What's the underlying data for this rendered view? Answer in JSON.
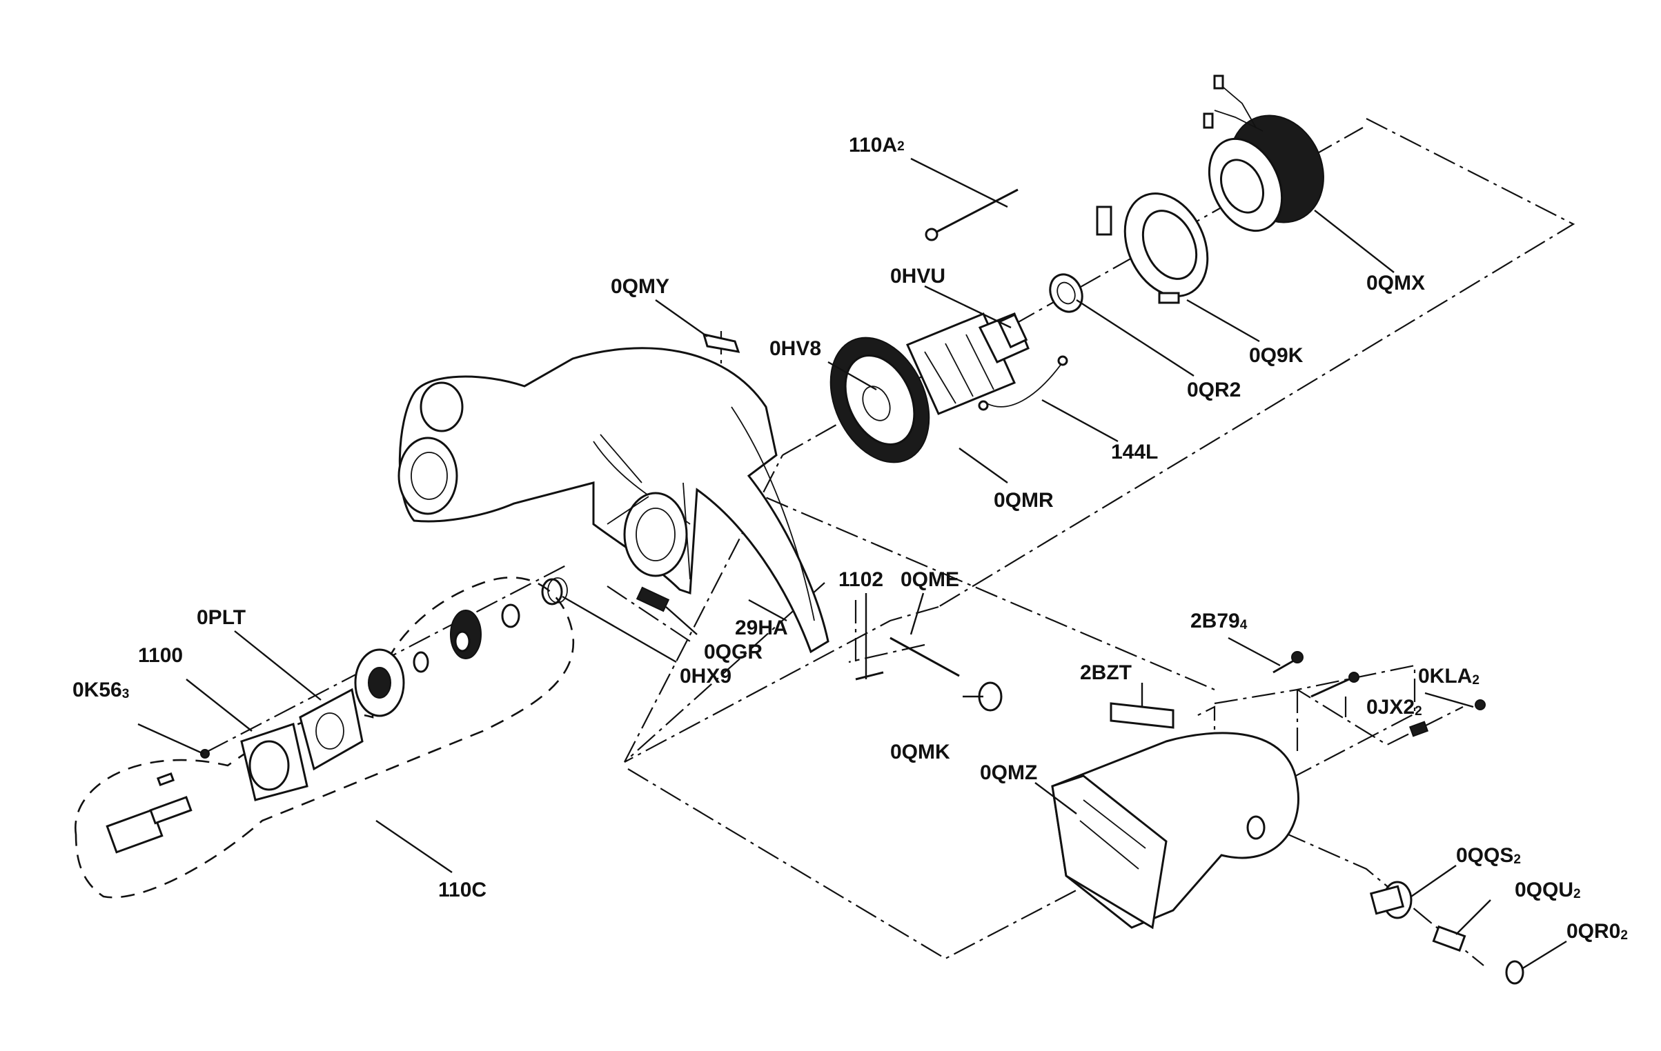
{
  "labels": {
    "l_110A2": {
      "main": "110A",
      "sub": "2"
    },
    "l_0QMX": {
      "main": "0QMX",
      "sub": ""
    },
    "l_0HVU": {
      "main": "0HVU",
      "sub": ""
    },
    "l_0Q9K": {
      "main": "0Q9K",
      "sub": ""
    },
    "l_0QMY": {
      "main": "0QMY",
      "sub": ""
    },
    "l_0HV8": {
      "main": "0HV8",
      "sub": ""
    },
    "l_0QR2": {
      "main": "0QR2",
      "sub": ""
    },
    "l_144L": {
      "main": "144L",
      "sub": ""
    },
    "l_0QMR": {
      "main": "0QMR",
      "sub": ""
    },
    "l_0QME": {
      "main": "0QME",
      "sub": ""
    },
    "l_1102": {
      "main": "1102",
      "sub": ""
    },
    "l_29HA": {
      "main": "29HA",
      "sub": ""
    },
    "l_0QGR": {
      "main": "0QGR",
      "sub": ""
    },
    "l_0HX9": {
      "main": "0HX9",
      "sub": ""
    },
    "l_0PLT": {
      "main": "0PLT",
      "sub": ""
    },
    "l_1100": {
      "main": "1100",
      "sub": ""
    },
    "l_0K563": {
      "main": "0K56",
      "sub": "3"
    },
    "l_110C": {
      "main": "110C",
      "sub": ""
    },
    "l_2B794": {
      "main": "2B79",
      "sub": "4"
    },
    "l_2BZT": {
      "main": "2BZT",
      "sub": ""
    },
    "l_0KLA2": {
      "main": "0KLA",
      "sub": "2"
    },
    "l_0JX22": {
      "main": "0JX2",
      "sub": "2"
    },
    "l_0QMK": {
      "main": "0QMK",
      "sub": ""
    },
    "l_0QMZ": {
      "main": "0QMZ",
      "sub": ""
    },
    "l_0QQS2": {
      "main": "0QQS",
      "sub": "2"
    },
    "l_0QQU2": {
      "main": "0QQU",
      "sub": "2"
    },
    "l_0QR02": {
      "main": "0QR0",
      "sub": "2"
    }
  }
}
